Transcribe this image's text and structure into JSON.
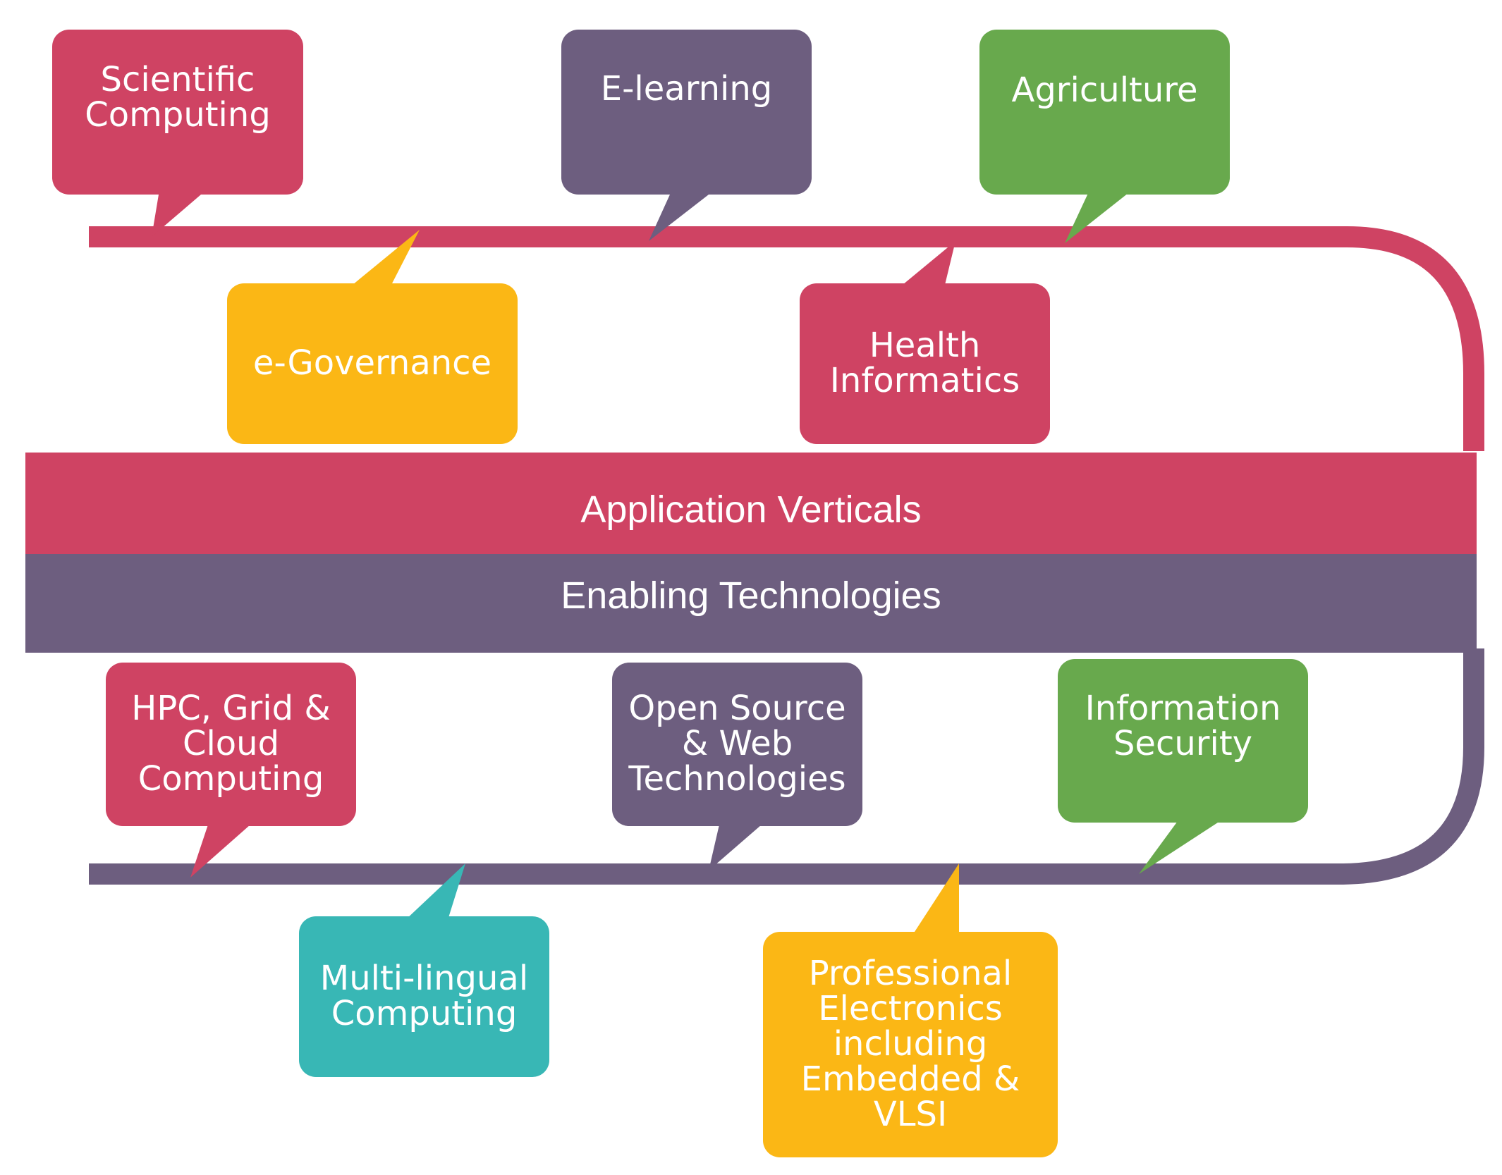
{
  "colors": {
    "crimson": "#cf4363",
    "purple": "#6d5e7f",
    "green": "#68a94d",
    "yellow": "#fbb715",
    "teal": "#38b7b5"
  },
  "bands": {
    "application_verticals": "Application Verticals",
    "enabling_technologies": "Enabling Technologies"
  },
  "verticals": [
    {
      "label": "Scientific\nComputing",
      "color": "crimson"
    },
    {
      "label": "E-learning",
      "color": "purple"
    },
    {
      "label": "Agriculture",
      "color": "green"
    },
    {
      "label": "e-Governance",
      "color": "yellow"
    },
    {
      "label": "Health\nInformatics",
      "color": "crimson"
    }
  ],
  "technologies": [
    {
      "label": "HPC, Grid &\nCloud\nComputing",
      "color": "crimson"
    },
    {
      "label": "Open Source\n& Web\nTechnologies",
      "color": "purple"
    },
    {
      "label": "Information\nSecurity",
      "color": "green"
    },
    {
      "label": "Multi-lingual\nComputing",
      "color": "teal"
    },
    {
      "label": "Professional\nElectronics\nincluding\nEmbedded &\nVLSI",
      "color": "yellow"
    }
  ]
}
